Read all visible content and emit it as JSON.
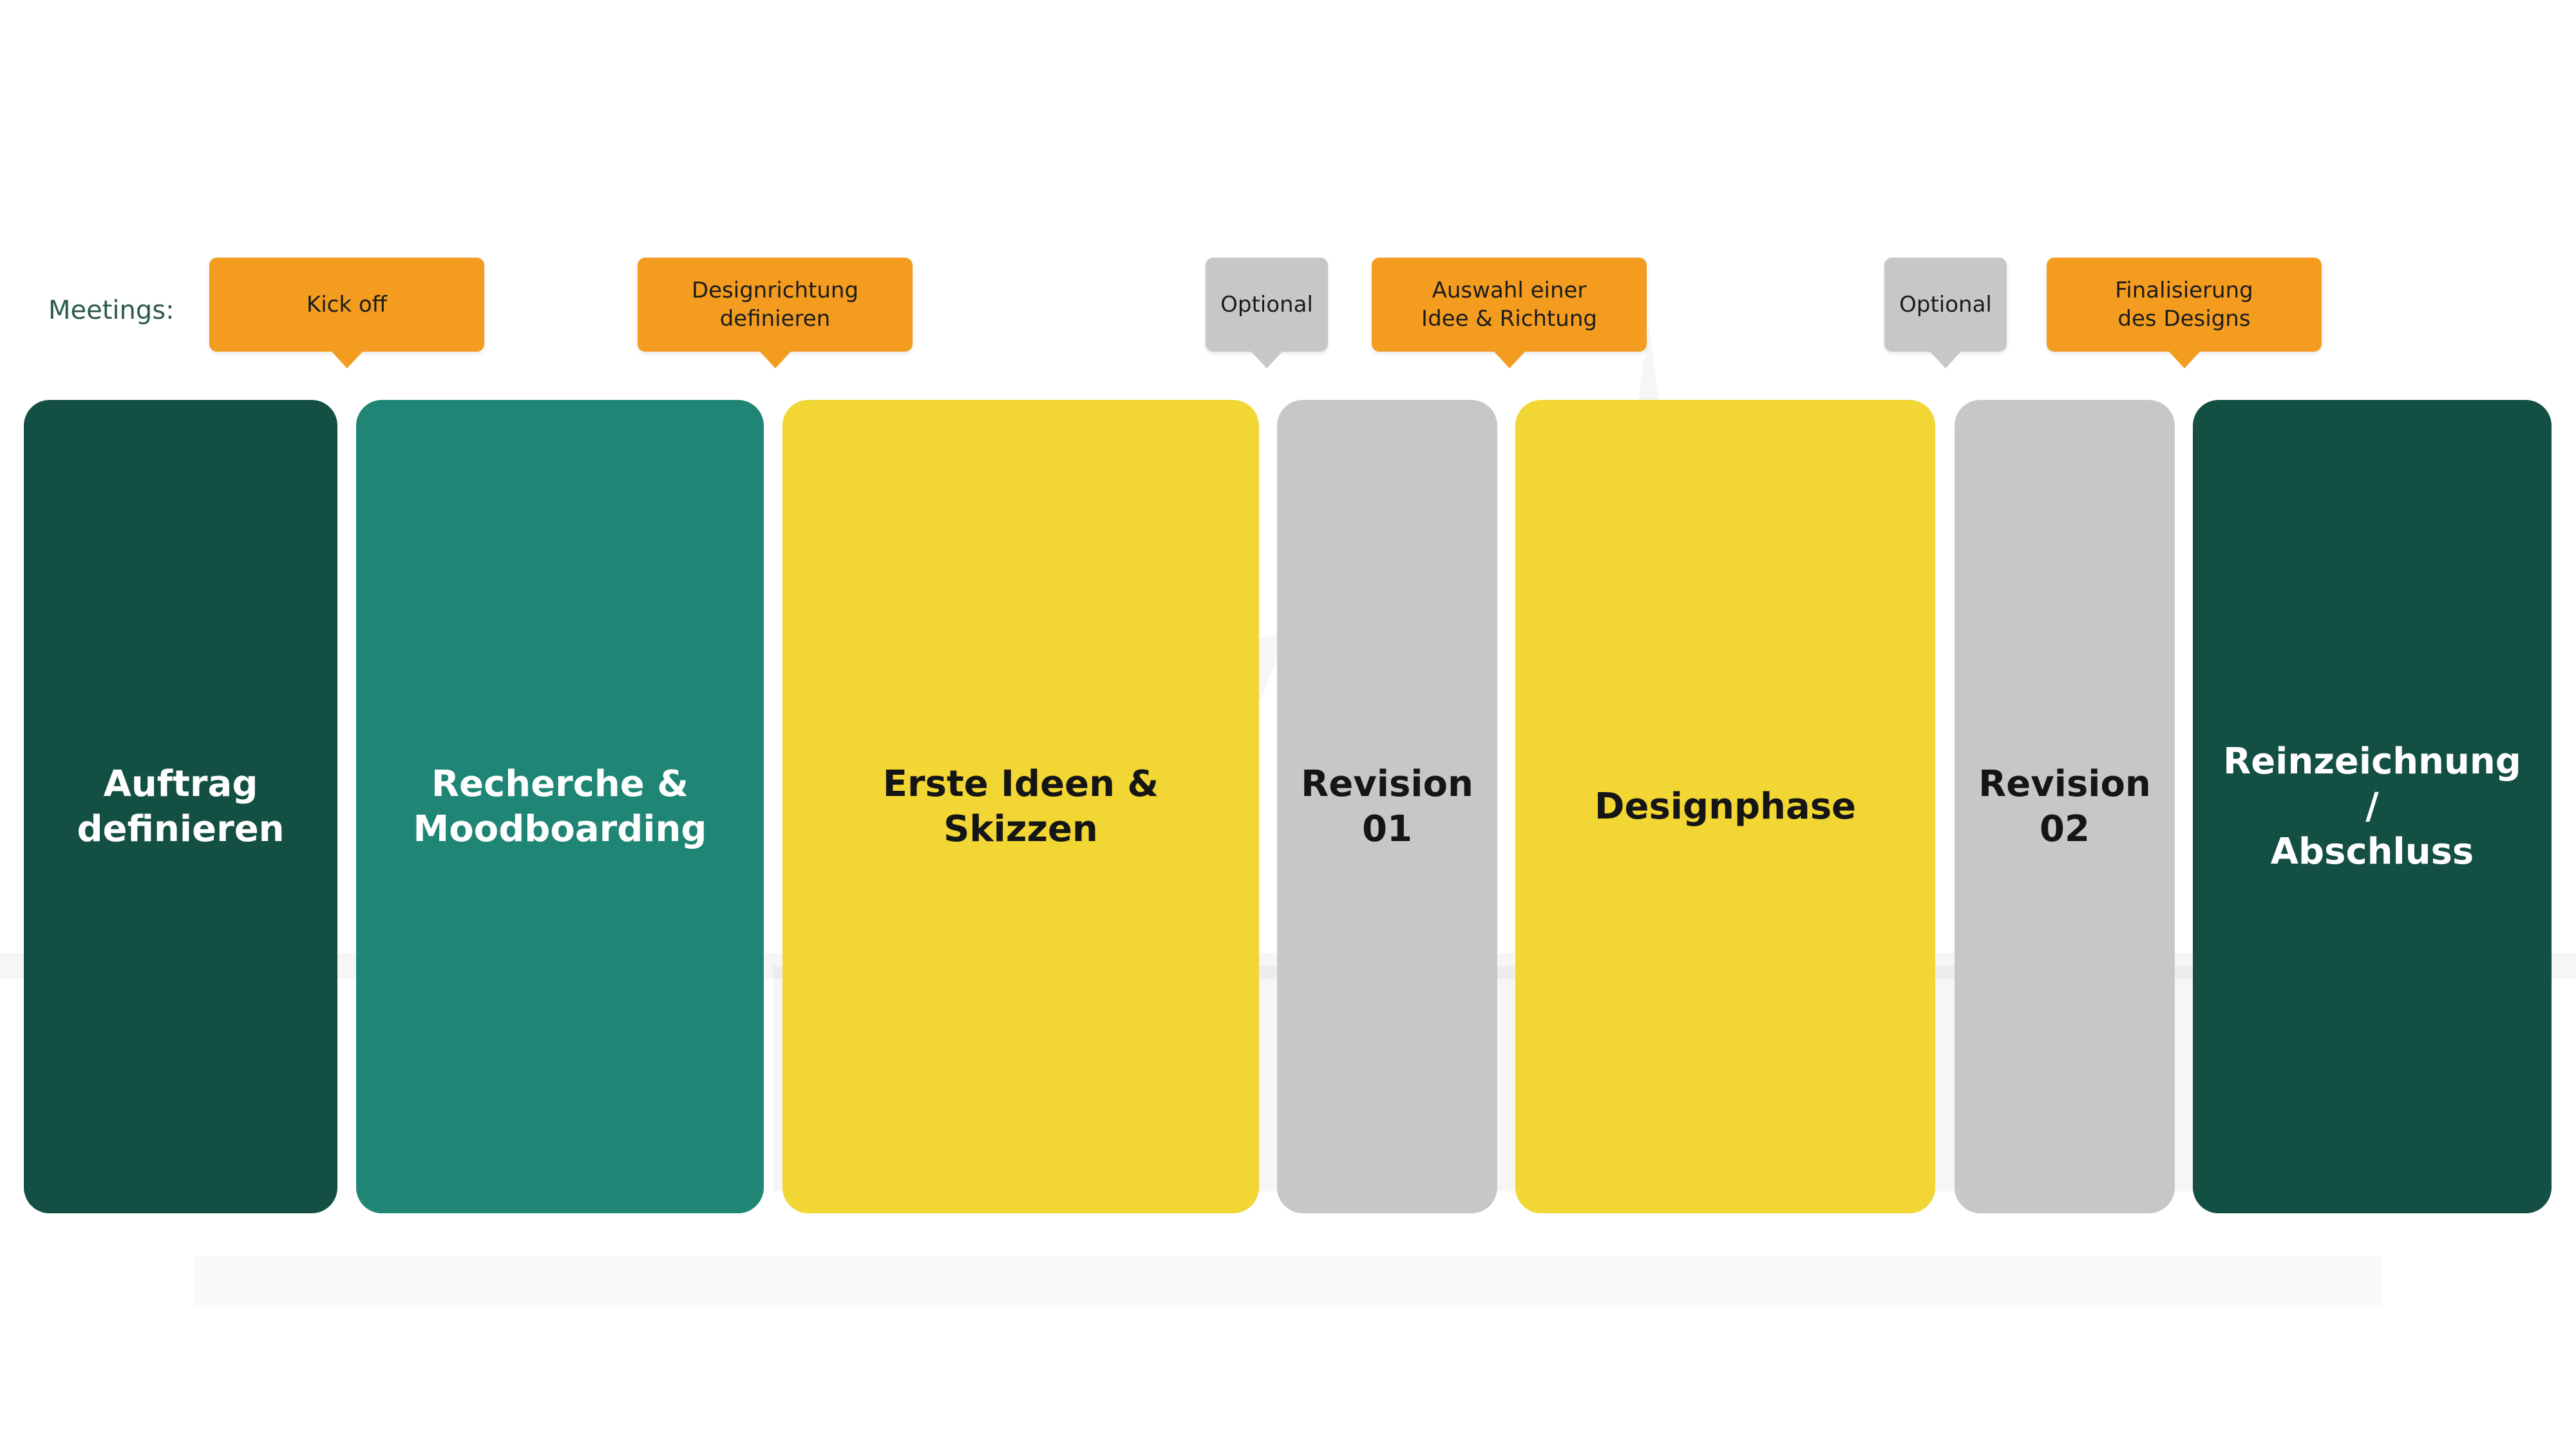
{
  "meetings_label": "Meetings:",
  "colors": {
    "dark_green": "#134f42",
    "teal": "#1f8574",
    "yellow": "#f1d634",
    "grey": "#c8c7c7",
    "orange": "#f39c1f"
  },
  "meetings": [
    {
      "label": "Kick off",
      "style": "orange"
    },
    {
      "label": "Designrichtung\ndefinieren",
      "style": "orange"
    },
    {
      "label": "Optional",
      "style": "grey"
    },
    {
      "label": "Auswahl einer\nIdee & Richtung",
      "style": "orange"
    },
    {
      "label": "Optional",
      "style": "grey"
    },
    {
      "label": "Finalisierung\ndes Designs",
      "style": "orange"
    }
  ],
  "phases": [
    {
      "label": "Auftrag\ndefinieren",
      "style": "dark"
    },
    {
      "label": "Recherche &\nMoodboarding",
      "style": "teal"
    },
    {
      "label": "Erste Ideen &\nSkizzen",
      "style": "yellow"
    },
    {
      "label": "Revision\n01",
      "style": "grey"
    },
    {
      "label": "Designphase",
      "style": "yellow"
    },
    {
      "label": "Revision\n02",
      "style": "grey"
    },
    {
      "label": "Reinzeichnung /\nAbschluss",
      "style": "dark"
    }
  ]
}
